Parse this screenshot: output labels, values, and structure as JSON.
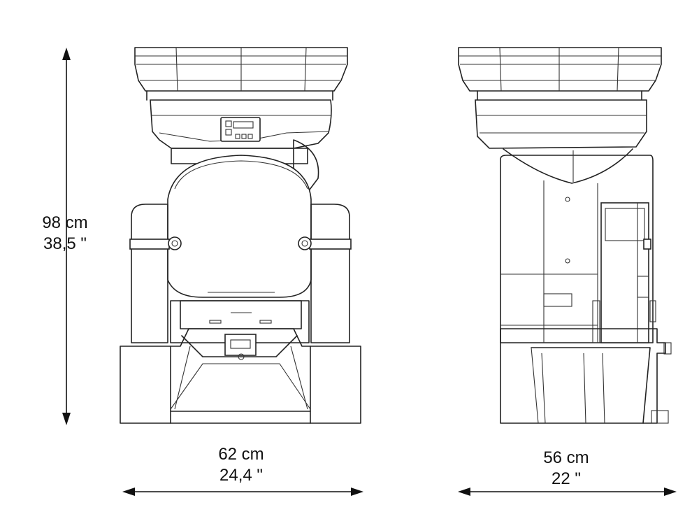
{
  "dimensions": {
    "height": {
      "metric": "98 cm",
      "imperial": "38,5 \""
    },
    "width": {
      "metric": "62 cm",
      "imperial": "24,4 \""
    },
    "depth": {
      "metric": "56 cm",
      "imperial": "22 \""
    }
  },
  "colors": {
    "line": "#222222",
    "background": "#ffffff"
  }
}
